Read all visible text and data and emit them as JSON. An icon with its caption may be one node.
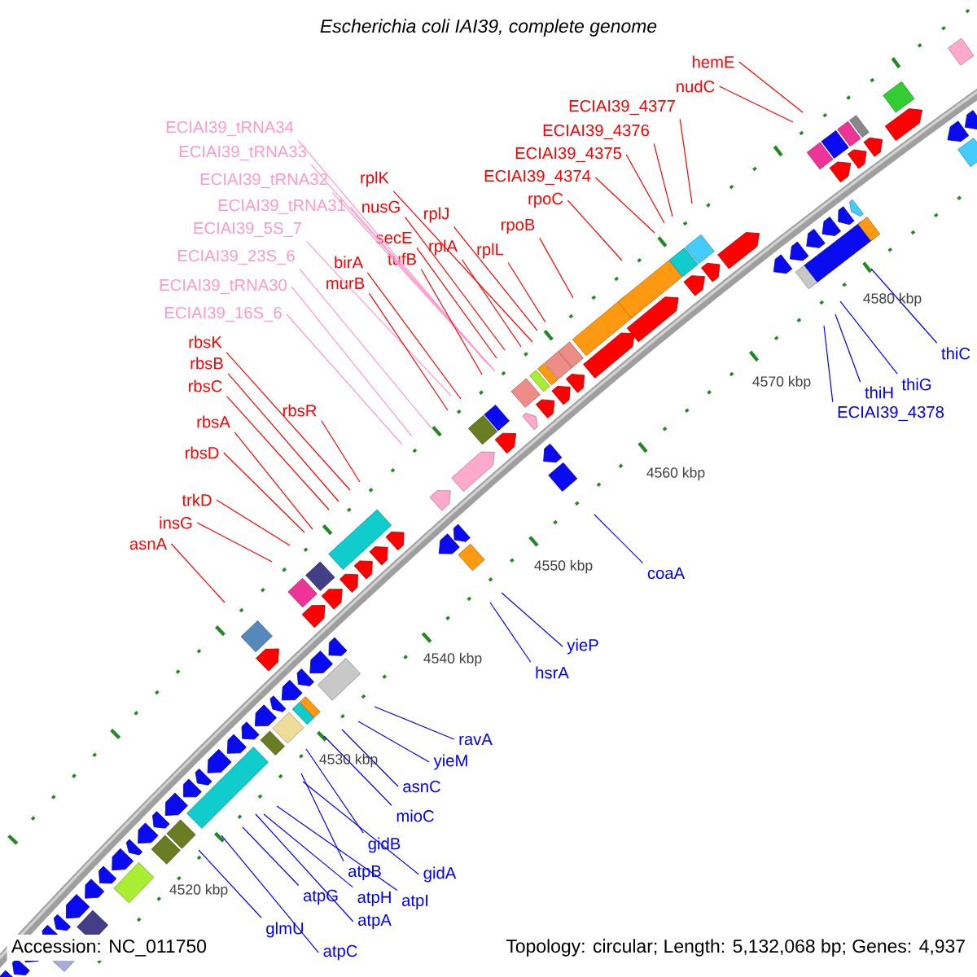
{
  "diagram": {
    "title": "Escherichia coli IAI39, complete genome",
    "nodes": [
      {
        "text": [
          "hemE"
        ]
      },
      {
        "text": [
          "nudC"
        ]
      },
      {
        "text": [
          "ECIAI39_4377"
        ]
      },
      {
        "text": [
          "ECIAI39_tRNA34"
        ]
      },
      {
        "text": [
          "ECIAI39_4376"
        ]
      },
      {
        "text": [
          "ECIAI39_tRNA33"
        ]
      },
      {
        "text": [
          "ECIAI39_4375"
        ]
      },
      {
        "text": [
          "ECIAI39_4374"
        ]
      },
      {
        "text": [
          "ECIAI39_tRNA32"
        ]
      },
      {
        "text": [
          "rplK"
        ]
      },
      {
        "text": [
          "ECIAI39_tRNA31"
        ]
      },
      {
        "text": [
          "rpoC"
        ]
      },
      {
        "text": [
          "nusG"
        ]
      },
      {
        "text": [
          "rplJ"
        ]
      },
      {
        "text": [
          "rpoB"
        ]
      },
      {
        "text": [
          "ECIAI39_5S_7"
        ]
      },
      {
        "text": [
          "secE"
        ]
      },
      {
        "text": [
          "rplA"
        ]
      },
      {
        "text": [
          "rplL"
        ]
      },
      {
        "text": [
          "tufB"
        ]
      },
      {
        "text": [
          "ECIAI39_23S_6"
        ]
      },
      {
        "text": [
          "birA"
        ]
      },
      {
        "text": [
          "murB"
        ]
      },
      {
        "text": [
          "ECIAI39_tRNA30"
        ]
      },
      {
        "text": [
          "ECIAI39_16S_6"
        ]
      },
      {
        "text": [
          "rbsK"
        ]
      },
      {
        "text": [
          "rbsB"
        ]
      },
      {
        "text": [
          "rbsC"
        ]
      },
      {
        "text": [
          "thiC"
        ]
      },
      {
        "text": [
          "thiG"
        ]
      },
      {
        "text": [
          "thiH"
        ]
      },
      {
        "text": [
          "rbsR"
        ]
      },
      {
        "text": [
          "ECIAI39_4378"
        ]
      },
      {
        "text": [
          "rbsA"
        ]
      },
      {
        "text": [
          "rbsD"
        ]
      },
      {
        "text": [
          "trkD"
        ]
      },
      {
        "text": [
          "insG"
        ]
      },
      {
        "text": [
          "asnA"
        ]
      },
      {
        "text": [
          "coaA"
        ]
      },
      {
        "text": [
          "yieP"
        ]
      },
      {
        "text": [
          "hsrA"
        ]
      },
      {
        "text": [
          "ravA"
        ]
      },
      {
        "text": [
          "yieM"
        ]
      },
      {
        "text": [
          "asnC"
        ]
      },
      {
        "text": [
          "mioC"
        ]
      },
      {
        "text": [
          "gidB"
        ]
      },
      {
        "text": [
          "gidA"
        ]
      },
      {
        "text": [
          "atpB"
        ]
      },
      {
        "text": [
          "atpH"
        ]
      },
      {
        "text": [
          "atpG"
        ]
      },
      {
        "text": [
          "atpI"
        ]
      },
      {
        "text": [
          "atpA"
        ]
      },
      {
        "text": [
          "glmU"
        ]
      },
      {
        "text": [
          "atpC"
        ]
      }
    ],
    "edges": [
      {
        "from": 0,
        "to": null,
        "arrow": "none"
      },
      {
        "from": 1,
        "to": null,
        "arrow": "none"
      },
      {
        "from": 2,
        "to": null,
        "arrow": "none"
      },
      {
        "from": 3,
        "to": null,
        "arrow": "none",
        "color": "#ff99cc"
      },
      {
        "from": 4,
        "to": null,
        "arrow": "none"
      },
      {
        "from": 5,
        "to": null,
        "arrow": "none",
        "color": "#ff99cc"
      },
      {
        "from": 6,
        "to": null,
        "arrow": "none"
      },
      {
        "from": 7,
        "to": null,
        "arrow": "none"
      },
      {
        "from": 8,
        "to": null,
        "arrow": "none",
        "color": "#ff99cc"
      },
      {
        "from": 9,
        "to": null,
        "arrow": "none"
      },
      {
        "from": 10,
        "to": null,
        "arrow": "none",
        "color": "#ff99cc"
      },
      {
        "from": 11,
        "to": null,
        "arrow": "none"
      },
      {
        "from": 12,
        "to": null,
        "arrow": "none"
      },
      {
        "from": 13,
        "to": null,
        "arrow": "none"
      },
      {
        "from": 14,
        "to": null,
        "arrow": "none"
      },
      {
        "from": 15,
        "to": null,
        "arrow": "none",
        "color": "#ff99cc"
      },
      {
        "from": 16,
        "to": null,
        "arrow": "none"
      },
      {
        "from": 17,
        "to": null,
        "arrow": "none"
      },
      {
        "from": 18,
        "to": null,
        "arrow": "none"
      },
      {
        "from": 19,
        "to": null,
        "arrow": "none"
      },
      {
        "from": 20,
        "to": null,
        "arrow": "none",
        "color": "#ff99cc"
      },
      {
        "from": 21,
        "to": null,
        "arrow": "none"
      },
      {
        "from": 22,
        "to": null,
        "arrow": "none"
      },
      {
        "from": 23,
        "to": null,
        "arrow": "none",
        "color": "#ff99cc"
      },
      {
        "from": 24,
        "to": null,
        "arrow": "none",
        "color": "#ff99cc"
      },
      {
        "from": 25,
        "to": null,
        "arrow": "none"
      },
      {
        "from": 26,
        "to": null,
        "arrow": "none"
      },
      {
        "from": 27,
        "to": null,
        "arrow": "none"
      },
      {
        "from": 28,
        "to": null,
        "arrow": "none",
        "color": "#0000ff"
      },
      {
        "from": 29,
        "to": null,
        "arrow": "none",
        "color": "#0000ff"
      },
      {
        "from": 30,
        "to": null,
        "arrow": "none",
        "color": "#0000ff"
      },
      {
        "from": 31,
        "to": null,
        "arrow": "none"
      },
      {
        "from": 32,
        "to": null,
        "arrow": "none",
        "color": "#0000ff"
      },
      {
        "from": 33,
        "to": null,
        "arrow": "none"
      },
      {
        "from": 34,
        "to": null,
        "arrow": "none"
      },
      {
        "from": 35,
        "to": null,
        "arrow": "none"
      },
      {
        "from": 36,
        "to": null,
        "arrow": "none"
      },
      {
        "from": 37,
        "to": null,
        "arrow": "none"
      },
      {
        "from": 38,
        "to": null,
        "arrow": "none",
        "color": "#0000ff"
      },
      {
        "from": 39,
        "to": null,
        "arrow": "none",
        "color": "#0000ff"
      },
      {
        "from": 40,
        "to": null,
        "arrow": "none",
        "color": "#0000ff"
      },
      {
        "from": 41,
        "to": null,
        "arrow": "none",
        "color": "#0000ff"
      },
      {
        "from": 42,
        "to": null,
        "arrow": "none",
        "color": "#0000ff"
      },
      {
        "from": 43,
        "to": null,
        "arrow": "none",
        "color": "#0000ff"
      },
      {
        "from": 44,
        "to": null,
        "arrow": "none",
        "color": "#0000ff"
      },
      {
        "from": 45,
        "to": null,
        "arrow": "none",
        "color": "#0000ff"
      },
      {
        "from": 46,
        "to": null,
        "arrow": "none",
        "color": "#0000ff"
      },
      {
        "from": 47,
        "to": null,
        "arrow": "none",
        "color": "#0000ff"
      },
      {
        "from": 48,
        "to": null,
        "arrow": "none",
        "color": "#0000ff"
      },
      {
        "from": 49,
        "to": null,
        "arrow": "none",
        "color": "#0000ff"
      },
      {
        "from": 50,
        "to": null,
        "arrow": "none",
        "color": "#0000ff"
      },
      {
        "from": 51,
        "to": null,
        "arrow": "none",
        "color": "#0000ff"
      },
      {
        "from": 52,
        "to": null,
        "arrow": "none",
        "color": "#0000ff"
      },
      {
        "from": 53,
        "to": null,
        "arrow": "none",
        "color": "#0000ff"
      }
    ],
    "labels": [
      "4520 kbp",
      "4530 kbp",
      "4540 kbp",
      "4550 kbp",
      "4560 kbp",
      "4570 kbp",
      "4580 kbp",
      "Accession: NC_011750",
      "Topology: circular; Length: 5,132,068 bp; Genes: 4,937"
    ]
  }
}
